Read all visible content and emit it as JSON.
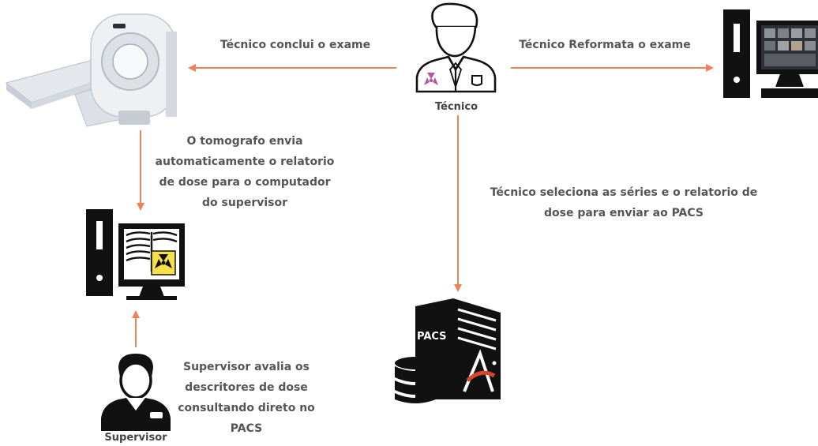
{
  "labels": {
    "tecnico_conclui": "Técnico conclui o exame",
    "tecnico_reformata": "Técnico Reformata o exame",
    "tecnico": "Técnico",
    "tomografo_envia": [
      "O tomografo envia",
      "automaticamente o relatorio",
      "de dose para o computador",
      "do supervisor"
    ],
    "tecnico_seleciona": [
      "Técnico seleciona as séries e o relatorio de",
      "dose para enviar ao PACS"
    ],
    "supervisor_avalia": [
      "Supervisor avalia os",
      "descritores de dose",
      "consultando direto no",
      "PACS"
    ],
    "supervisor": "Supervisor",
    "pacs": "PACS"
  },
  "colors": {
    "arrow": "#f0825a",
    "icon": "#111111",
    "text": "#555555",
    "radiation_yellow": "#f5e04a",
    "radiation_magenta": "#b5589b"
  },
  "icons": [
    "ct-scanner-icon",
    "technician-icon",
    "workstation-monitor-icon",
    "supervisor-computer-icon",
    "supervisor-icon",
    "pacs-server-icon",
    "database-icon"
  ]
}
